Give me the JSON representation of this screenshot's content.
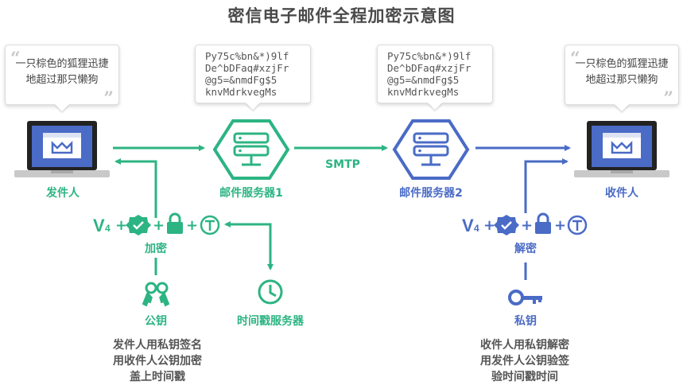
{
  "title": "密信电子邮件全程加密示意图",
  "plain_text": [
    "一只棕色的狐狸迅捷",
    "地超过那只懒狗"
  ],
  "cipher_text": [
    "Py75c%bn&*)9lf",
    "De^bDFaq#xzjFr",
    "@g5=&nmdFg$5",
    "knvMdrkvegMs"
  ],
  "nodes": {
    "sender": "发件人",
    "server1": "邮件服务器1",
    "smtp": "SMTP",
    "server2": "邮件服务器2",
    "receiver": "收件人"
  },
  "encrypt": {
    "v4": "V",
    "v4_sub": "4",
    "label": "加密",
    "key_label": "公钥",
    "timestamp_label": "时间戳服务器",
    "desc": [
      "发件人用私钥签名",
      "用收件人公钥加密",
      "盖上时间戳"
    ]
  },
  "decrypt": {
    "v4": "V",
    "v4_sub": "4",
    "label": "解密",
    "key_label": "私钥",
    "desc": [
      "收件人用私钥解密",
      "用发件人公钥验签",
      "验时间戳时间"
    ]
  },
  "colors": {
    "green": "#2cb483",
    "blue": "#4a6bc6",
    "text": "#4a4a4a"
  }
}
